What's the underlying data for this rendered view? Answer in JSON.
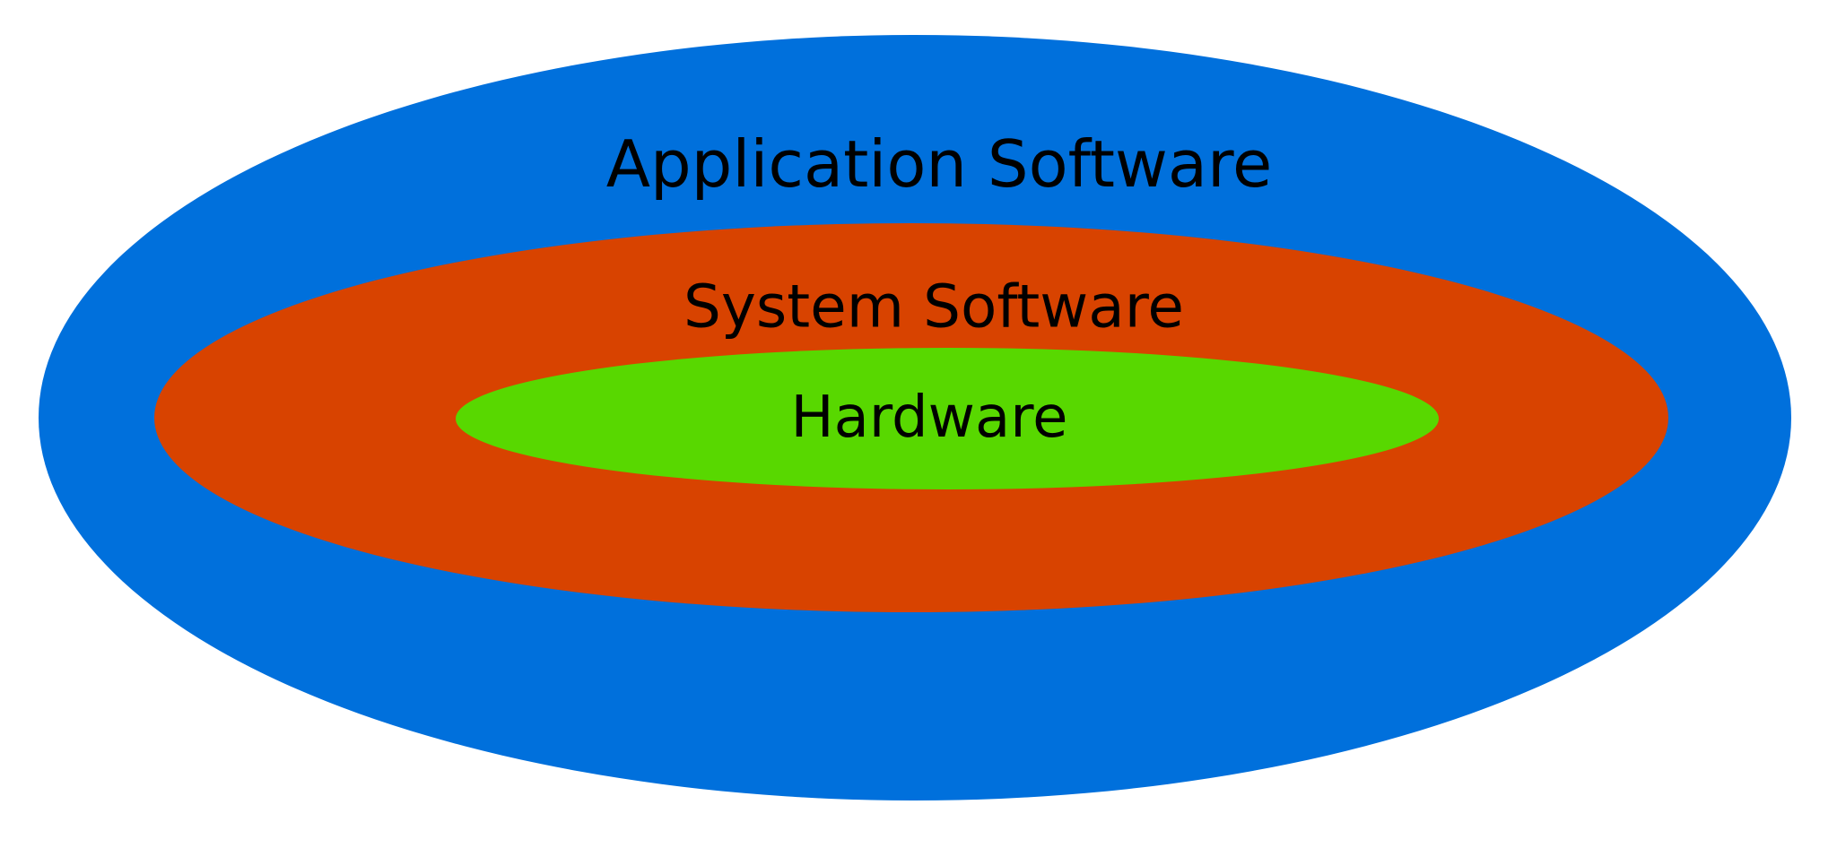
{
  "layers": [
    {
      "label": "Application Software",
      "color": "#0070DC"
    },
    {
      "label": "System Software",
      "color": "#D84300"
    },
    {
      "label": "Hardware",
      "color": "#58D800"
    }
  ]
}
